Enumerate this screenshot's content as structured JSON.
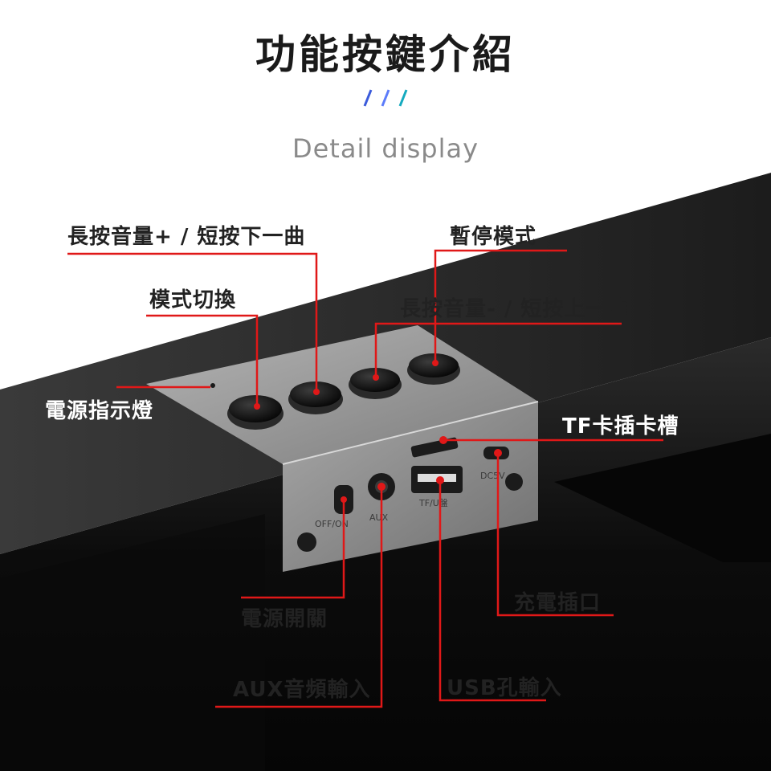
{
  "header": {
    "title": "功能按鍵介紹",
    "subtitle": "Detail display",
    "slash_colors": [
      "#3b5bdb",
      "#5c7cfa",
      "#15aabf"
    ]
  },
  "colors": {
    "callout_line": "#e01818",
    "product_body": "#111111",
    "panel": "#9a9a9a"
  },
  "callouts": {
    "vol_up_next": "長按音量+ / 短按下一曲",
    "pause_mode": "暫停模式",
    "mode_switch": "模式切換",
    "vol_down_prev": "長按音量- / 短按上一曲",
    "power_indicator": "電源指示燈",
    "tf_slot": "TF卡插卡槽",
    "power_switch": "電源開關",
    "charge_port": "充電插口",
    "aux_input": "AUX音頻輸入",
    "usb_input": "USB孔輸入"
  },
  "panel_markings": {
    "off_on": "OFF/ON",
    "aux": "AUX",
    "usb": "TF/U盤",
    "dc": "DC5V"
  }
}
